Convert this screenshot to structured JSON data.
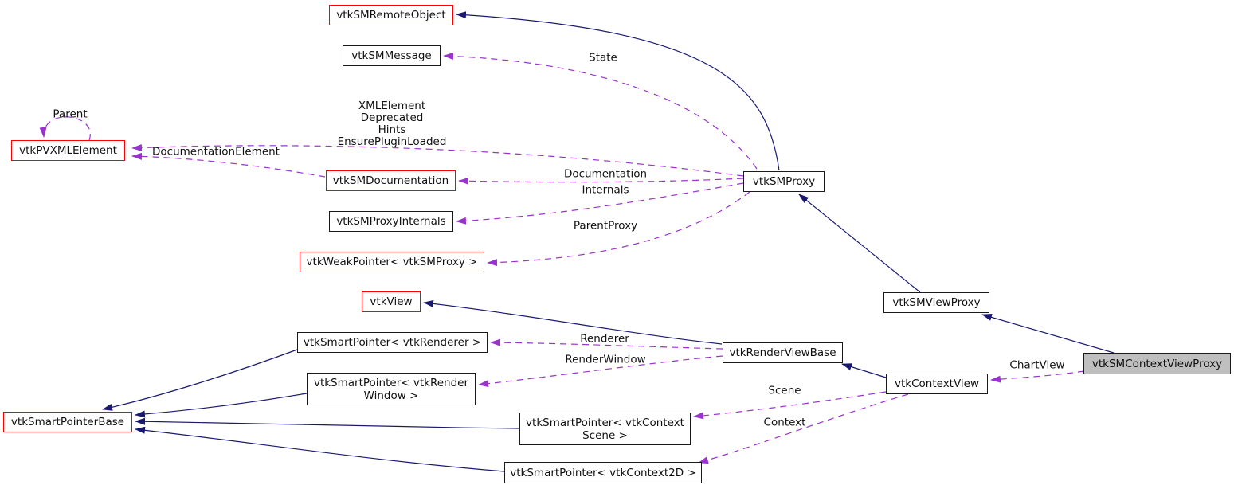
{
  "diagram": {
    "kind": "collaboration-graph",
    "focus_class": "vtkSMContextViewProxy"
  },
  "colors": {
    "background": "#ffffff",
    "node-border": "#1a1a1a",
    "node-border-external": "#ff0000",
    "node-fill": "#ffffff",
    "focus-node-fill": "#bfbfbf",
    "edge-inherit": "#191970",
    "edge-usage": "#9a32cd",
    "label-text": "#111111"
  },
  "nodes": [
    {
      "label": "vtkSMRemoteObject",
      "style": "external"
    },
    {
      "label": "vtkSMMessage",
      "style": "normal"
    },
    {
      "label": "vtkPVXMLElement",
      "style": "external"
    },
    {
      "label": "vtkSMDocumentation",
      "style": "external"
    },
    {
      "label": "vtkSMProxyInternals",
      "style": "normal"
    },
    {
      "label": "vtkWeakPointer< vtkSMProxy >",
      "style": "external"
    },
    {
      "label": "vtkView",
      "style": "external"
    },
    {
      "label": "vtkSmartPointer< vtkRenderer >",
      "style": "normal"
    },
    {
      "label": "vtkSmartPointer< vtkRender\nWindow >",
      "style": "normal"
    },
    {
      "label": "vtkSmartPointerBase",
      "style": "external"
    },
    {
      "label": "vtkSmartPointer< vtkContext\nScene >",
      "style": "normal"
    },
    {
      "label": "vtkSmartPointer< vtkContext2D >",
      "style": "normal"
    },
    {
      "label": "vtkSMProxy",
      "style": "normal"
    },
    {
      "label": "vtkSMViewProxy",
      "style": "normal"
    },
    {
      "label": "vtkRenderViewBase",
      "style": "normal"
    },
    {
      "label": "vtkContextView",
      "style": "normal"
    },
    {
      "label": "vtkSMContextViewProxy",
      "style": "focus"
    }
  ],
  "edges": [
    {
      "from": "vtkSMProxy",
      "to": "vtkSMRemoteObject",
      "type": "inheritance",
      "label": ""
    },
    {
      "from": "vtkSMProxy",
      "to": "vtkSMMessage",
      "type": "usage",
      "label": "State"
    },
    {
      "from": "vtkSMProxy",
      "to": "vtkPVXMLElement",
      "type": "usage",
      "label": "XMLElement\nDeprecated\nHints\nEnsurePluginLoaded"
    },
    {
      "from": "vtkSMDocumentation",
      "to": "vtkPVXMLElement",
      "type": "usage",
      "label": "DocumentationElement"
    },
    {
      "from": "vtkPVXMLElement",
      "to": "vtkPVXMLElement",
      "type": "usage",
      "label": "Parent"
    },
    {
      "from": "vtkSMProxy",
      "to": "vtkSMDocumentation",
      "type": "usage",
      "label": "Documentation"
    },
    {
      "from": "vtkSMProxy",
      "to": "vtkSMProxyInternals",
      "type": "usage",
      "label": "Internals"
    },
    {
      "from": "vtkSMProxy",
      "to": "vtkWeakPointer< vtkSMProxy >",
      "type": "usage",
      "label": "ParentProxy"
    },
    {
      "from": "vtkSMViewProxy",
      "to": "vtkSMProxy",
      "type": "inheritance",
      "label": ""
    },
    {
      "from": "vtkSMContextViewProxy",
      "to": "vtkSMViewProxy",
      "type": "inheritance",
      "label": ""
    },
    {
      "from": "vtkRenderViewBase",
      "to": "vtkView",
      "type": "inheritance",
      "label": ""
    },
    {
      "from": "vtkContextView",
      "to": "vtkRenderViewBase",
      "type": "inheritance",
      "label": ""
    },
    {
      "from": "vtkRenderViewBase",
      "to": "vtkSmartPointer< vtkRenderer >",
      "type": "usage",
      "label": "Renderer"
    },
    {
      "from": "vtkRenderViewBase",
      "to": "vtkSmartPointer< vtkRenderWindow >",
      "type": "usage",
      "label": "RenderWindow"
    },
    {
      "from": "vtkContextView",
      "to": "vtkSmartPointer< vtkContextScene >",
      "type": "usage",
      "label": "Scene"
    },
    {
      "from": "vtkContextView",
      "to": "vtkSmartPointer< vtkContext2D >",
      "type": "usage",
      "label": "Context"
    },
    {
      "from": "vtkSMContextViewProxy",
      "to": "vtkContextView",
      "type": "usage",
      "label": "ChartView"
    },
    {
      "from": "vtkSmartPointer< vtkRenderer >",
      "to": "vtkSmartPointerBase",
      "type": "inheritance",
      "label": ""
    },
    {
      "from": "vtkSmartPointer< vtkRenderWindow >",
      "to": "vtkSmartPointerBase",
      "type": "inheritance",
      "label": ""
    },
    {
      "from": "vtkSmartPointer< vtkContextScene >",
      "to": "vtkSmartPointerBase",
      "type": "inheritance",
      "label": ""
    },
    {
      "from": "vtkSmartPointer< vtkContext2D >",
      "to": "vtkSmartPointerBase",
      "type": "inheritance",
      "label": ""
    }
  ]
}
